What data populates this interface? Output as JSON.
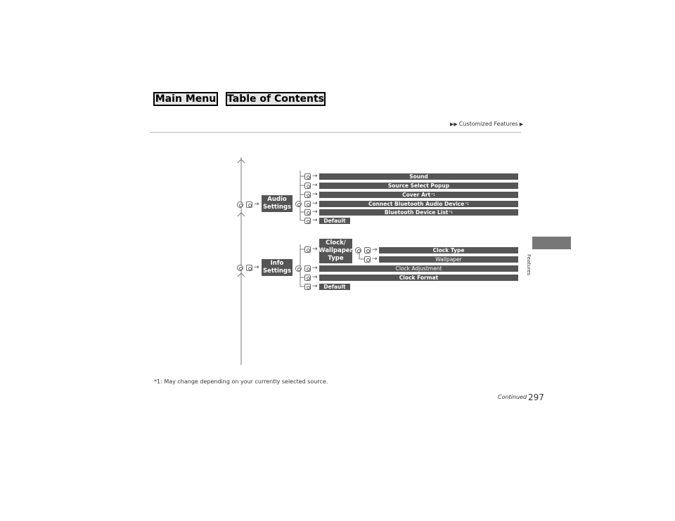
{
  "nav": {
    "main_menu": "Main Menu",
    "toc": "Table of Contents"
  },
  "header": {
    "breadcrumb": "Customized Features"
  },
  "side_tab": {
    "label": "Features"
  },
  "audio": {
    "label": "Audio\nSettings",
    "items": [
      {
        "label": "Sound",
        "sup": ""
      },
      {
        "label": "Source Select Popup",
        "sup": ""
      },
      {
        "label": "Cover Art",
        "sup": "*1"
      },
      {
        "label": "Connect Bluetooth Audio Device",
        "sup": "*1"
      },
      {
        "label": "Bluetooth Device List",
        "sup": "*1"
      },
      {
        "label": "Default",
        "sup": ""
      }
    ]
  },
  "info": {
    "label": "Info\nSettings",
    "clock_wallpaper": "Clock/\nWallpaper\nType",
    "clock_type": "Clock Type",
    "wallpaper": "Wallpaper",
    "clock_adjustment": "Clock Adjustment",
    "clock_format": "Clock Format",
    "default": "Default"
  },
  "footnote": "*1: May change depending on your currently selected source.",
  "footer": {
    "continued": "Continued",
    "page_number": "297"
  }
}
